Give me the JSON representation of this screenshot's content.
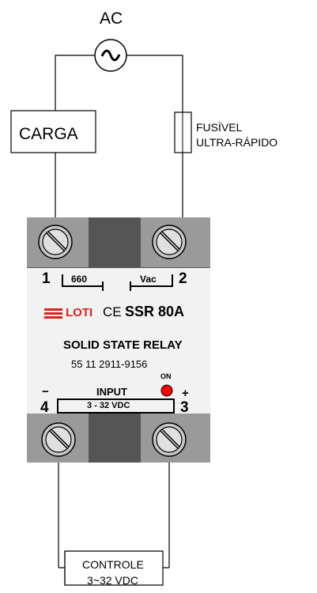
{
  "source": {
    "label": "AC",
    "symbol": "~"
  },
  "load": {
    "label": "CARGA"
  },
  "fuse": {
    "line1": "FUSÍVEL",
    "line2": "ULTRA-RÁPIDO"
  },
  "control": {
    "line1": "CONTROLE",
    "line2": "3~32 VDC"
  },
  "relay": {
    "terminal_1": "1",
    "terminal_2": "2",
    "terminal_3": "3",
    "terminal_4": "4",
    "voltage_label": "660",
    "voltage_unit": "Vac",
    "brand": "LOTI",
    "ce_mark": "CE",
    "model": "SSR 80A",
    "title": "SOLID STATE RELAY",
    "phone": "55 11 2911-9156",
    "led_label": "ON",
    "input_label": "INPUT",
    "input_range": "3 - 32 VDC",
    "minus_sign": "−",
    "plus_sign": "+"
  },
  "colors": {
    "relay_body": "#555555",
    "terminal_block": "#9a9a9a",
    "label_plate": "#f2f2f2",
    "brand_red": "#e0201f",
    "led": "#ff0000"
  }
}
